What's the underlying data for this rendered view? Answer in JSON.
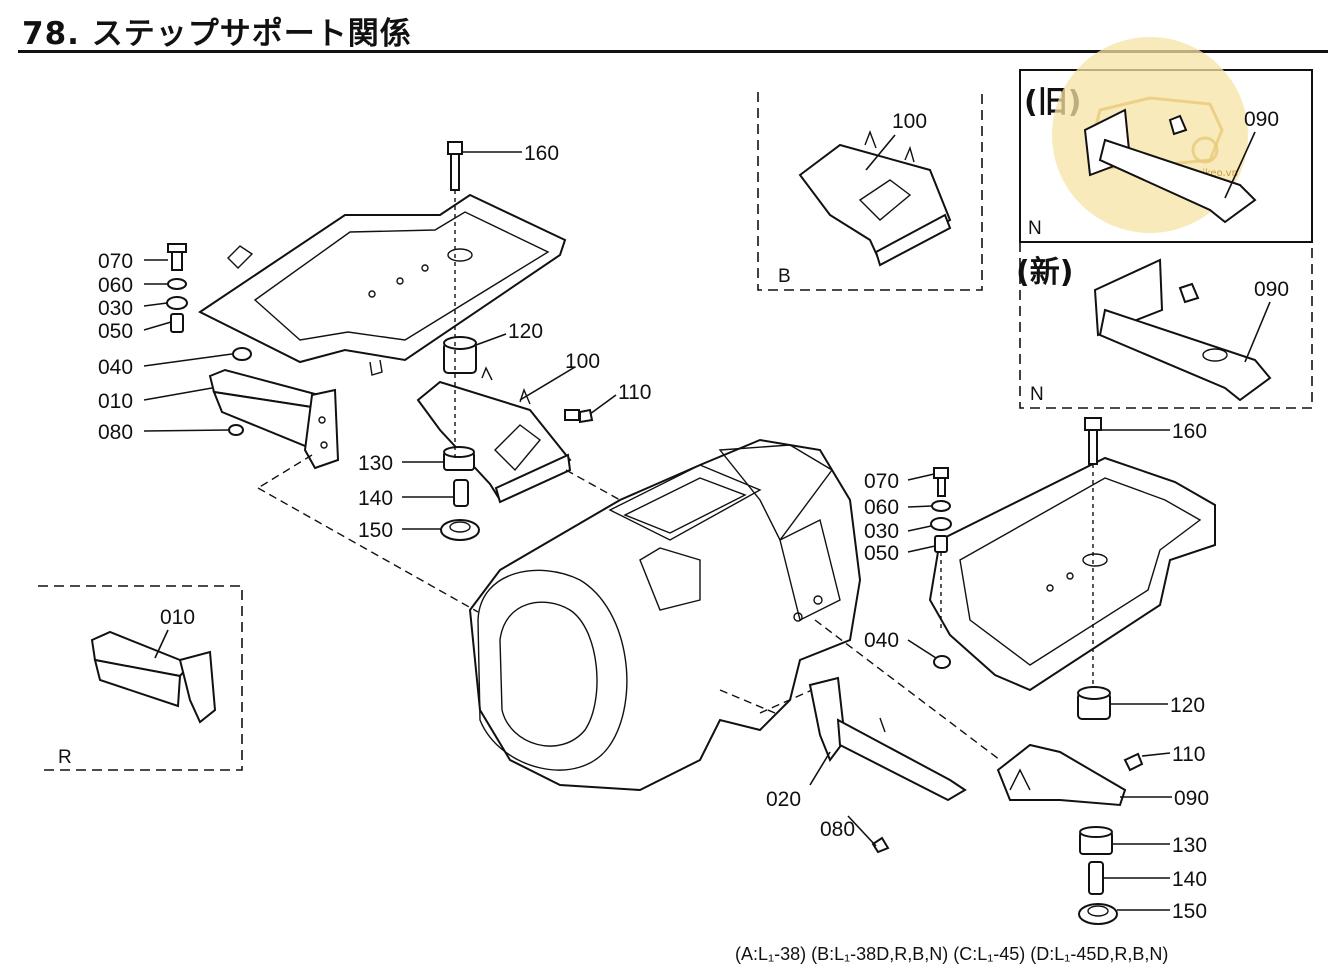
{
  "title": "78. ステップサポート関係",
  "footer": "(A:L₁-38) (B:L₁-38D,R,B,N) (C:L₁-45) (D:L₁-45D,R,B,N)",
  "box_labels": {
    "b": "B",
    "r": "R",
    "n_old": "N",
    "n_new": "N",
    "old_tag": "(旧)",
    "new_tag": "(新)"
  },
  "watermark": "muoikeo.vn",
  "part_labels": {
    "left_160": "160",
    "left_070": "070",
    "left_060": "060",
    "left_030": "030",
    "left_050": "050",
    "left_040": "040",
    "left_010": "010",
    "left_080": "080",
    "left_120": "120",
    "left_100": "100",
    "left_110": "110",
    "left_130": "130",
    "left_140": "140",
    "left_150": "150",
    "b_100": "100",
    "old_090": "090",
    "new_090": "090",
    "r_010": "010",
    "right_160": "160",
    "right_070": "070",
    "right_060": "060",
    "right_030": "030",
    "right_050": "050",
    "right_040": "040",
    "right_120": "120",
    "right_110": "110",
    "right_090": "090",
    "right_130": "130",
    "right_140": "140",
    "right_150": "150",
    "right_020": "020",
    "right_080": "080"
  },
  "colors": {
    "ink": "#111111",
    "watermark": "#f7e3a5"
  }
}
